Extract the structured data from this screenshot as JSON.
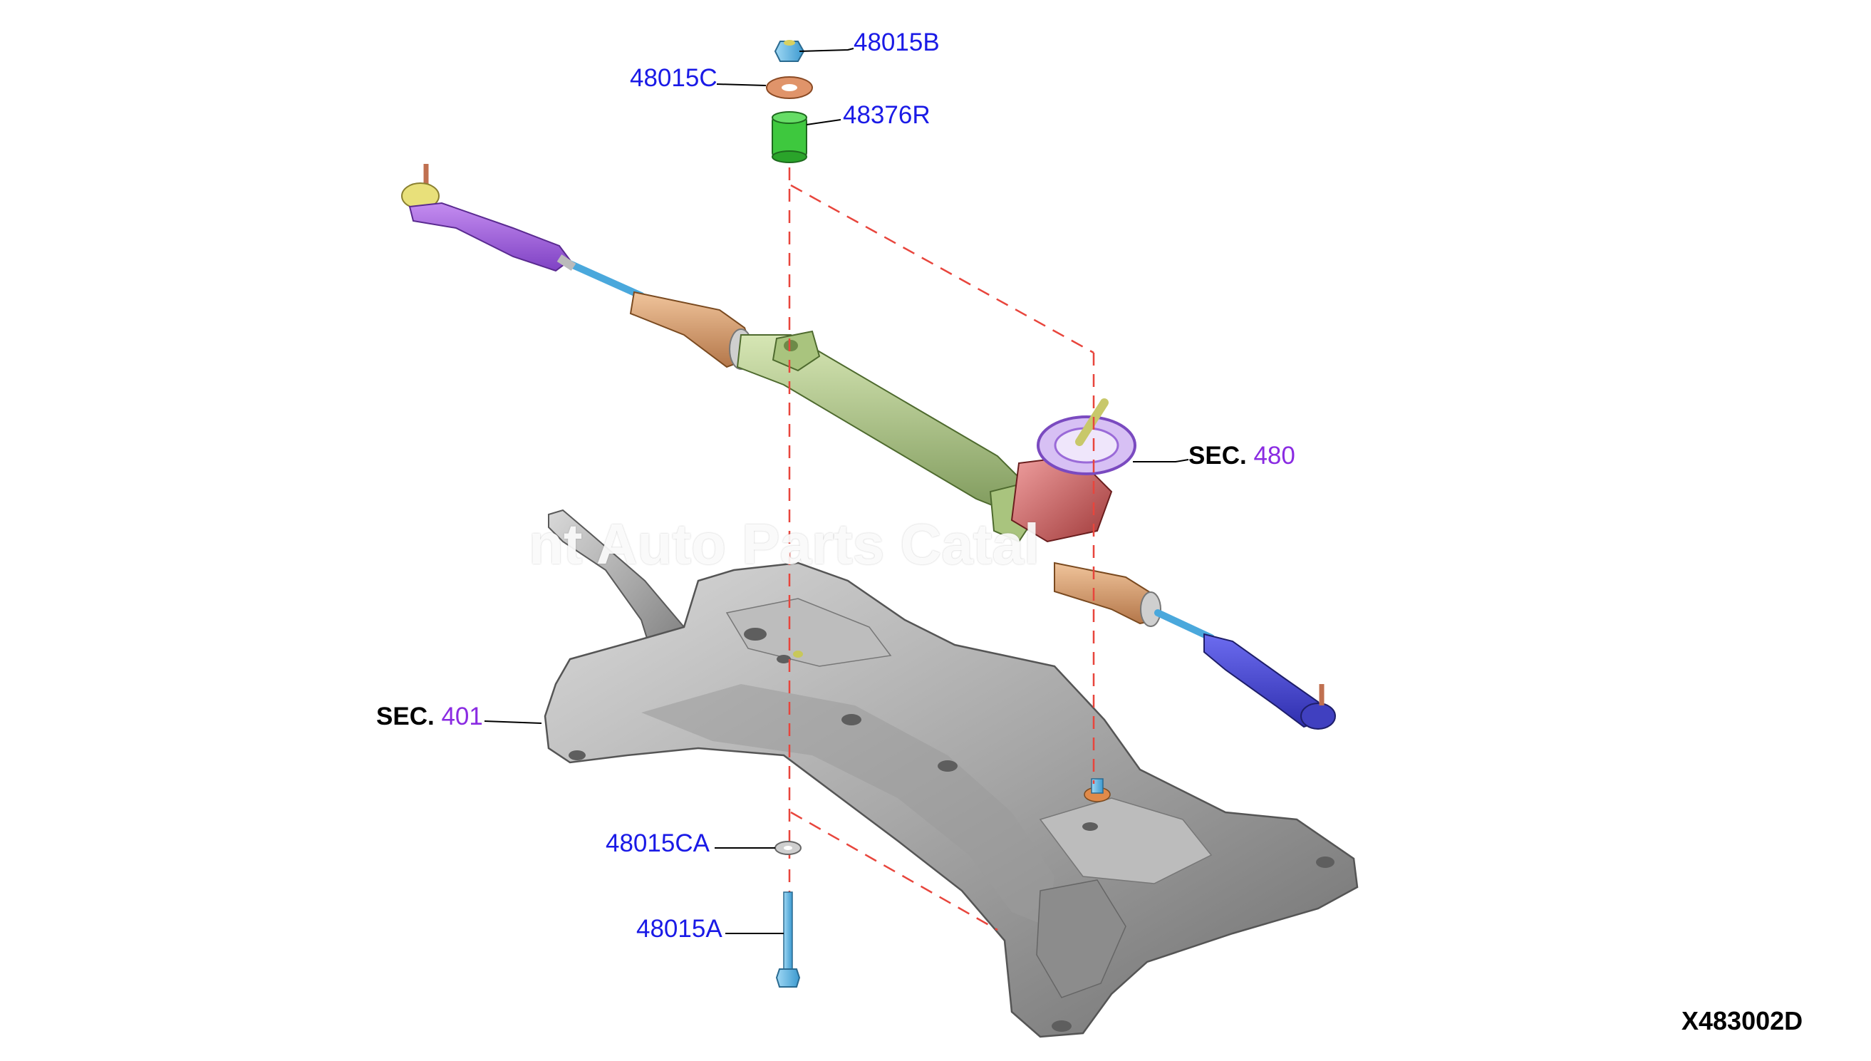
{
  "callouts": {
    "nut": "48015B",
    "washer_top": "48015C",
    "bushing": "48376R",
    "washer_bottom": "48015CA",
    "bolt": "48015A"
  },
  "sections": {
    "gear": {
      "prefix": "SEC.",
      "number": "480"
    },
    "member": {
      "prefix": "SEC.",
      "number": "401"
    }
  },
  "diagram_code": "X483002D",
  "watermark": "nt Auto Parts Catal",
  "colors": {
    "callout_text": "#1a1ae6",
    "section_number": "#8a2be2",
    "leader_dash": "#e8453c"
  },
  "icons": [
    "nut-icon",
    "washer-icon",
    "bushing-icon",
    "bolt-icon",
    "steering-gear-icon",
    "front-suspension-member-icon"
  ]
}
